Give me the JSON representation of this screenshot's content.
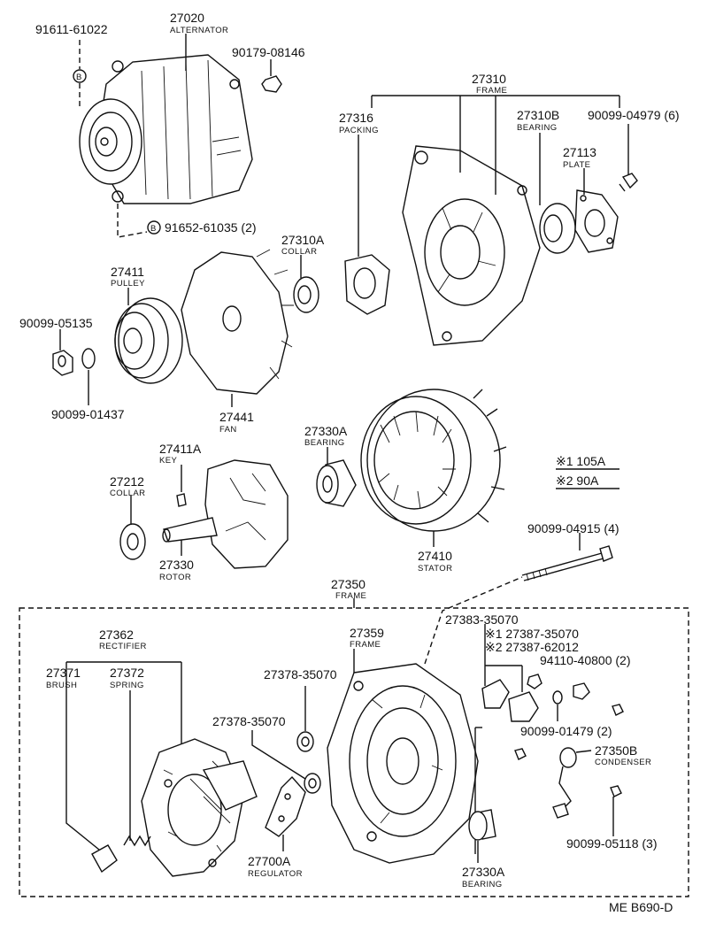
{
  "labels": {
    "p91611": "91611-61022",
    "p27020": "27020",
    "alternator": "ALTERNATOR",
    "p90179": "90179-08146",
    "p91652": "91652-61035 (2)",
    "p27310": "27310",
    "frame": "FRAME",
    "p27316": "27316",
    "packing": "PACKING",
    "p27310B": "27310B",
    "bearing": "BEARING",
    "p90099_04979": "90099-04979 (6)",
    "p27113": "27113",
    "plate": "PLATE",
    "p27310A": "27310A",
    "collar": "COLLAR",
    "p27411": "27411",
    "pulley": "PULLEY",
    "p90099_05135": "90099-05135",
    "p90099_01437": "90099-01437",
    "p27441": "27441",
    "fan": "FAN",
    "p27330A": "27330A",
    "p27411A": "27411A",
    "key": "KEY",
    "p27212": "27212",
    "p27330": "27330",
    "rotor": "ROTOR",
    "p27410": "27410",
    "stator": "STATOR",
    "note1": "※1 105A",
    "note2": "※2 90A",
    "p90099_04915": "90099-04915 (4)",
    "p27350": "27350",
    "p27362": "27362",
    "rectifier": "RECTIFIER",
    "p27359": "27359",
    "p27383": "27383-35070",
    "p27387_1": "※1 27387-35070",
    "p27387_2": "※2 27387-62012",
    "p94110": "94110-40800 (2)",
    "p27371": "27371",
    "brush": "BRUSH",
    "p27372": "27372",
    "spring": "SPRING",
    "p27378a": "27378-35070",
    "p27378b": "27378-35070",
    "p90099_01479": "90099-01479 (2)",
    "p27350B": "27350B",
    "condenser": "CONDENSER",
    "p27700A": "27700A",
    "regulator": "REGULATOR",
    "p27330A_b": "27330A",
    "p90099_05118": "90099-05118 (3)",
    "code": "ME B690-D",
    "bolt_mark": "B"
  }
}
